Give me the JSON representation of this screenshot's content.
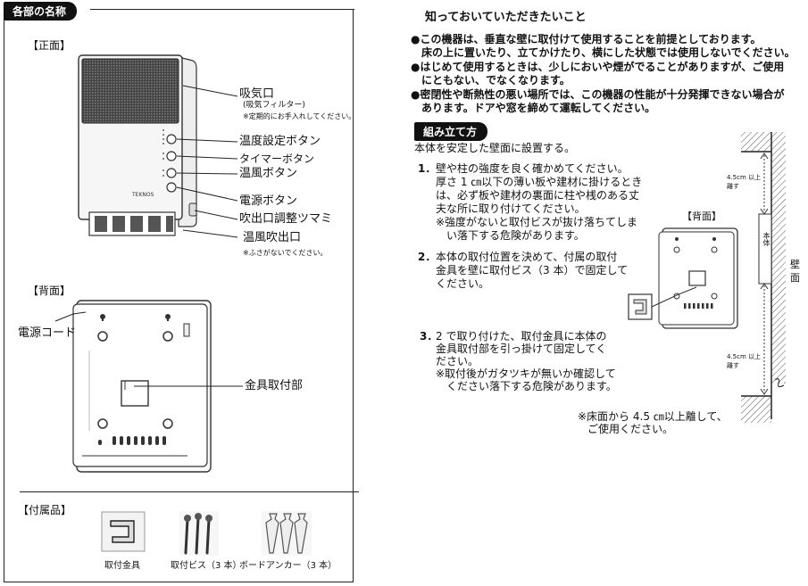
{
  "parts": {
    "heading": "各部の名称",
    "front_label": "【正面】",
    "back_label": "【背面】",
    "accessories_label": "【付属品】",
    "front": {
      "intake": "吸気口",
      "intake_sub": "(吸気フィルター)",
      "intake_note": "※定期的にお手入れしてください。",
      "temp_button": "温度設定ボタン",
      "timer_button": "タイマーボタン",
      "warm_button": "温風ボタン",
      "power_button": "電源ボタン",
      "louver_knob": "吹出口調整ツマミ",
      "outlet": "温風吹出口",
      "outlet_note": "※ふさがないでください。",
      "brand": "TEKNOS"
    },
    "back": {
      "power_cord": "電源コード",
      "bracket_mount": "金具取付部"
    },
    "accessories": {
      "bracket": "取付金具",
      "screws": "取付ビス（3 本）",
      "anchors": "ボードアンカー（3 本）"
    }
  },
  "notice": {
    "title": "知っておいていただきたいこと",
    "lines": [
      "●この機器は、垂直な壁に取付けて使用することを前提としております。",
      "　床の上に置いたり、立てかけたり、横にした状態では使用しないでください。",
      "●はじめて使用するときは、少しにおいや煙がでることがありますが、ご使用",
      "　にともない、でなくなります。",
      "●密閉性や断熱性の悪い場所では、この機器の性能が十分発揮できない場合が",
      "　あります。ドアや窓を締めて運転してください。"
    ]
  },
  "assembly": {
    "heading": "組み立て方",
    "intro": "本体を安定した壁面に設置する。",
    "step1": {
      "num": "1．",
      "lines": [
        "壁や柱の強度を良く確かめてください。",
        "厚さ 1 ㎝以下の薄い板や建材に掛けるとき",
        "は、必ず板や建材の裏面に柱や桟のある丈",
        "夫な所に取り付けてください。",
        "※強度がないと取付ビスが抜け落ちてしま",
        "　い落下する危険があります。"
      ]
    },
    "step2": {
      "num": "2．",
      "lines": [
        "本体の取付位置を決めて、付属の取付",
        "金具を壁に取付ビス（3 本）で固定して",
        "ください。"
      ]
    },
    "step3": {
      "num": "3．",
      "lines": [
        "2 で取り付けた、取付金具に本体の",
        "金具取付部を引っ掛けて固定してく",
        "ださい。",
        "※取付後がガタツキが無いか確認して",
        "　ください落下する危険があります。"
      ]
    },
    "back_label": "【背面】",
    "wall_top_note": "4.5cm 以上",
    "wall_top_note2": "離す",
    "wall_bottom_note": "4.5cm 以上",
    "wall_bottom_note2": "離す",
    "unit_label": "本体",
    "wall_label_1": "壁",
    "wall_label_2": "面",
    "floor_note_1": "※床面から 4.5 ㎝以上離して、",
    "floor_note_2": "ご使用ください。"
  }
}
